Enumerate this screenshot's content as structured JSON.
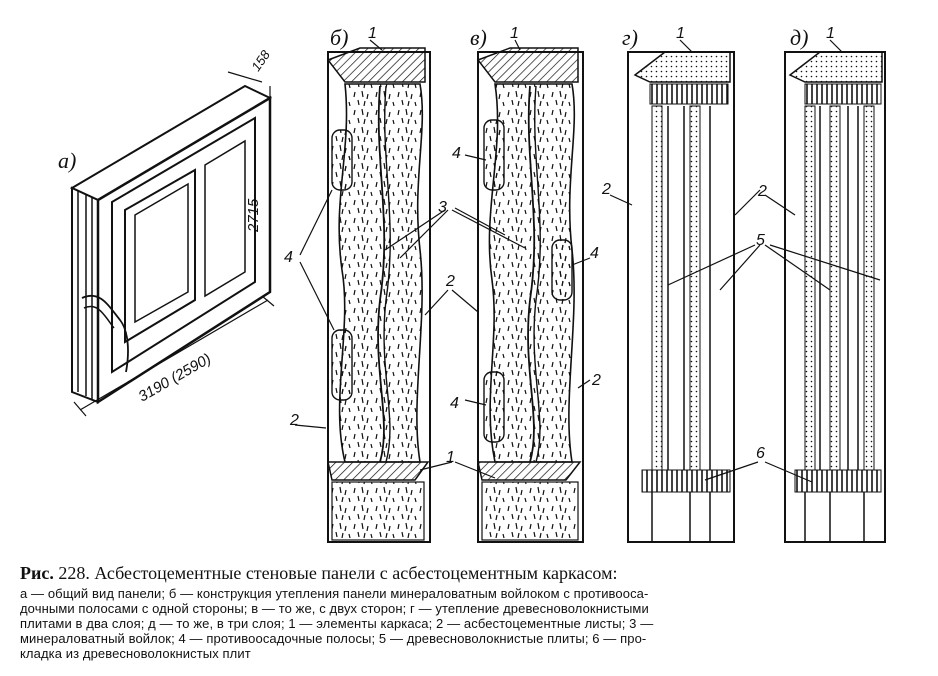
{
  "figure": {
    "labels": {
      "a": "а)",
      "b": "б)",
      "v": "в)",
      "g": "г)",
      "d": "д)"
    },
    "dimensions": {
      "thickness": "158",
      "height": "2715",
      "length": "3190 (2590)"
    },
    "callouts": [
      "1",
      "2",
      "3",
      "4",
      "5",
      "6"
    ]
  },
  "caption": {
    "title_prefix": "Рис.",
    "title_rest": " 228. Асбестоцементные стеновые панели с асбестоцементным каркасом:",
    "lines": [
      "а — общий вид панели; б — конструкция утепления панели минераловатным войлоком с противооса-",
      "дочными полосами с одной стороны; в — то же, с двух сторон; г — утепление древесноволокнистыми",
      "плитами в два слоя; д — то же, в три слоя; 1 — элементы каркаса; 2 — асбестоцементные листы; 3 —",
      "минераловатный войлок; 4 — противоосадочные полосы; 5 — древесноволокнистые плиты; 6 — про-",
      "кладка из древесноволокнистых плит"
    ]
  }
}
